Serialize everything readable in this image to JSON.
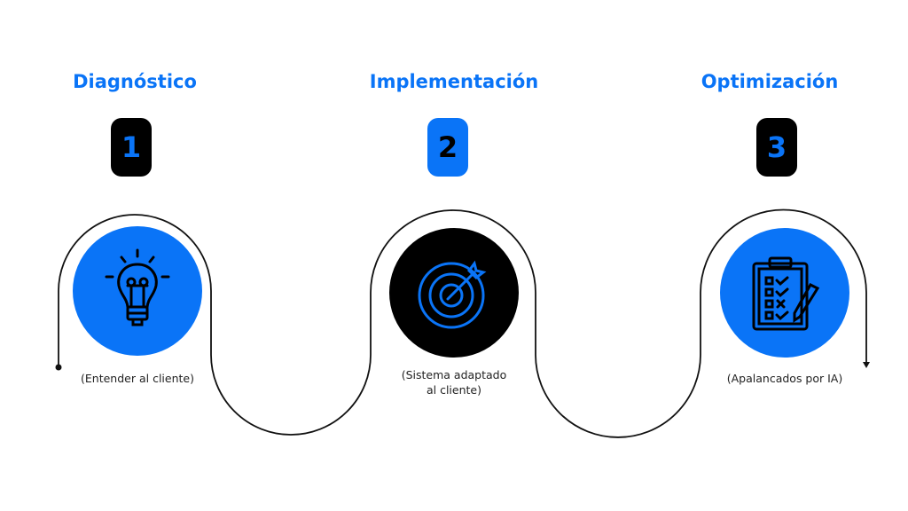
{
  "steps": [
    {
      "number": "1",
      "title": "Diagnóstico",
      "caption": "(Entender al cliente)",
      "icon": "lightbulb-icon"
    },
    {
      "number": "2",
      "title": "Implementación",
      "caption_line1": "(Sistema adaptado",
      "caption_line2": "al cliente)",
      "icon": "target-icon"
    },
    {
      "number": "3",
      "title": "Optimización",
      "caption": "(Apalancados por IA)",
      "icon": "checklist-icon"
    }
  ],
  "colors": {
    "accent": "#0a74f7",
    "dark": "#000000"
  }
}
